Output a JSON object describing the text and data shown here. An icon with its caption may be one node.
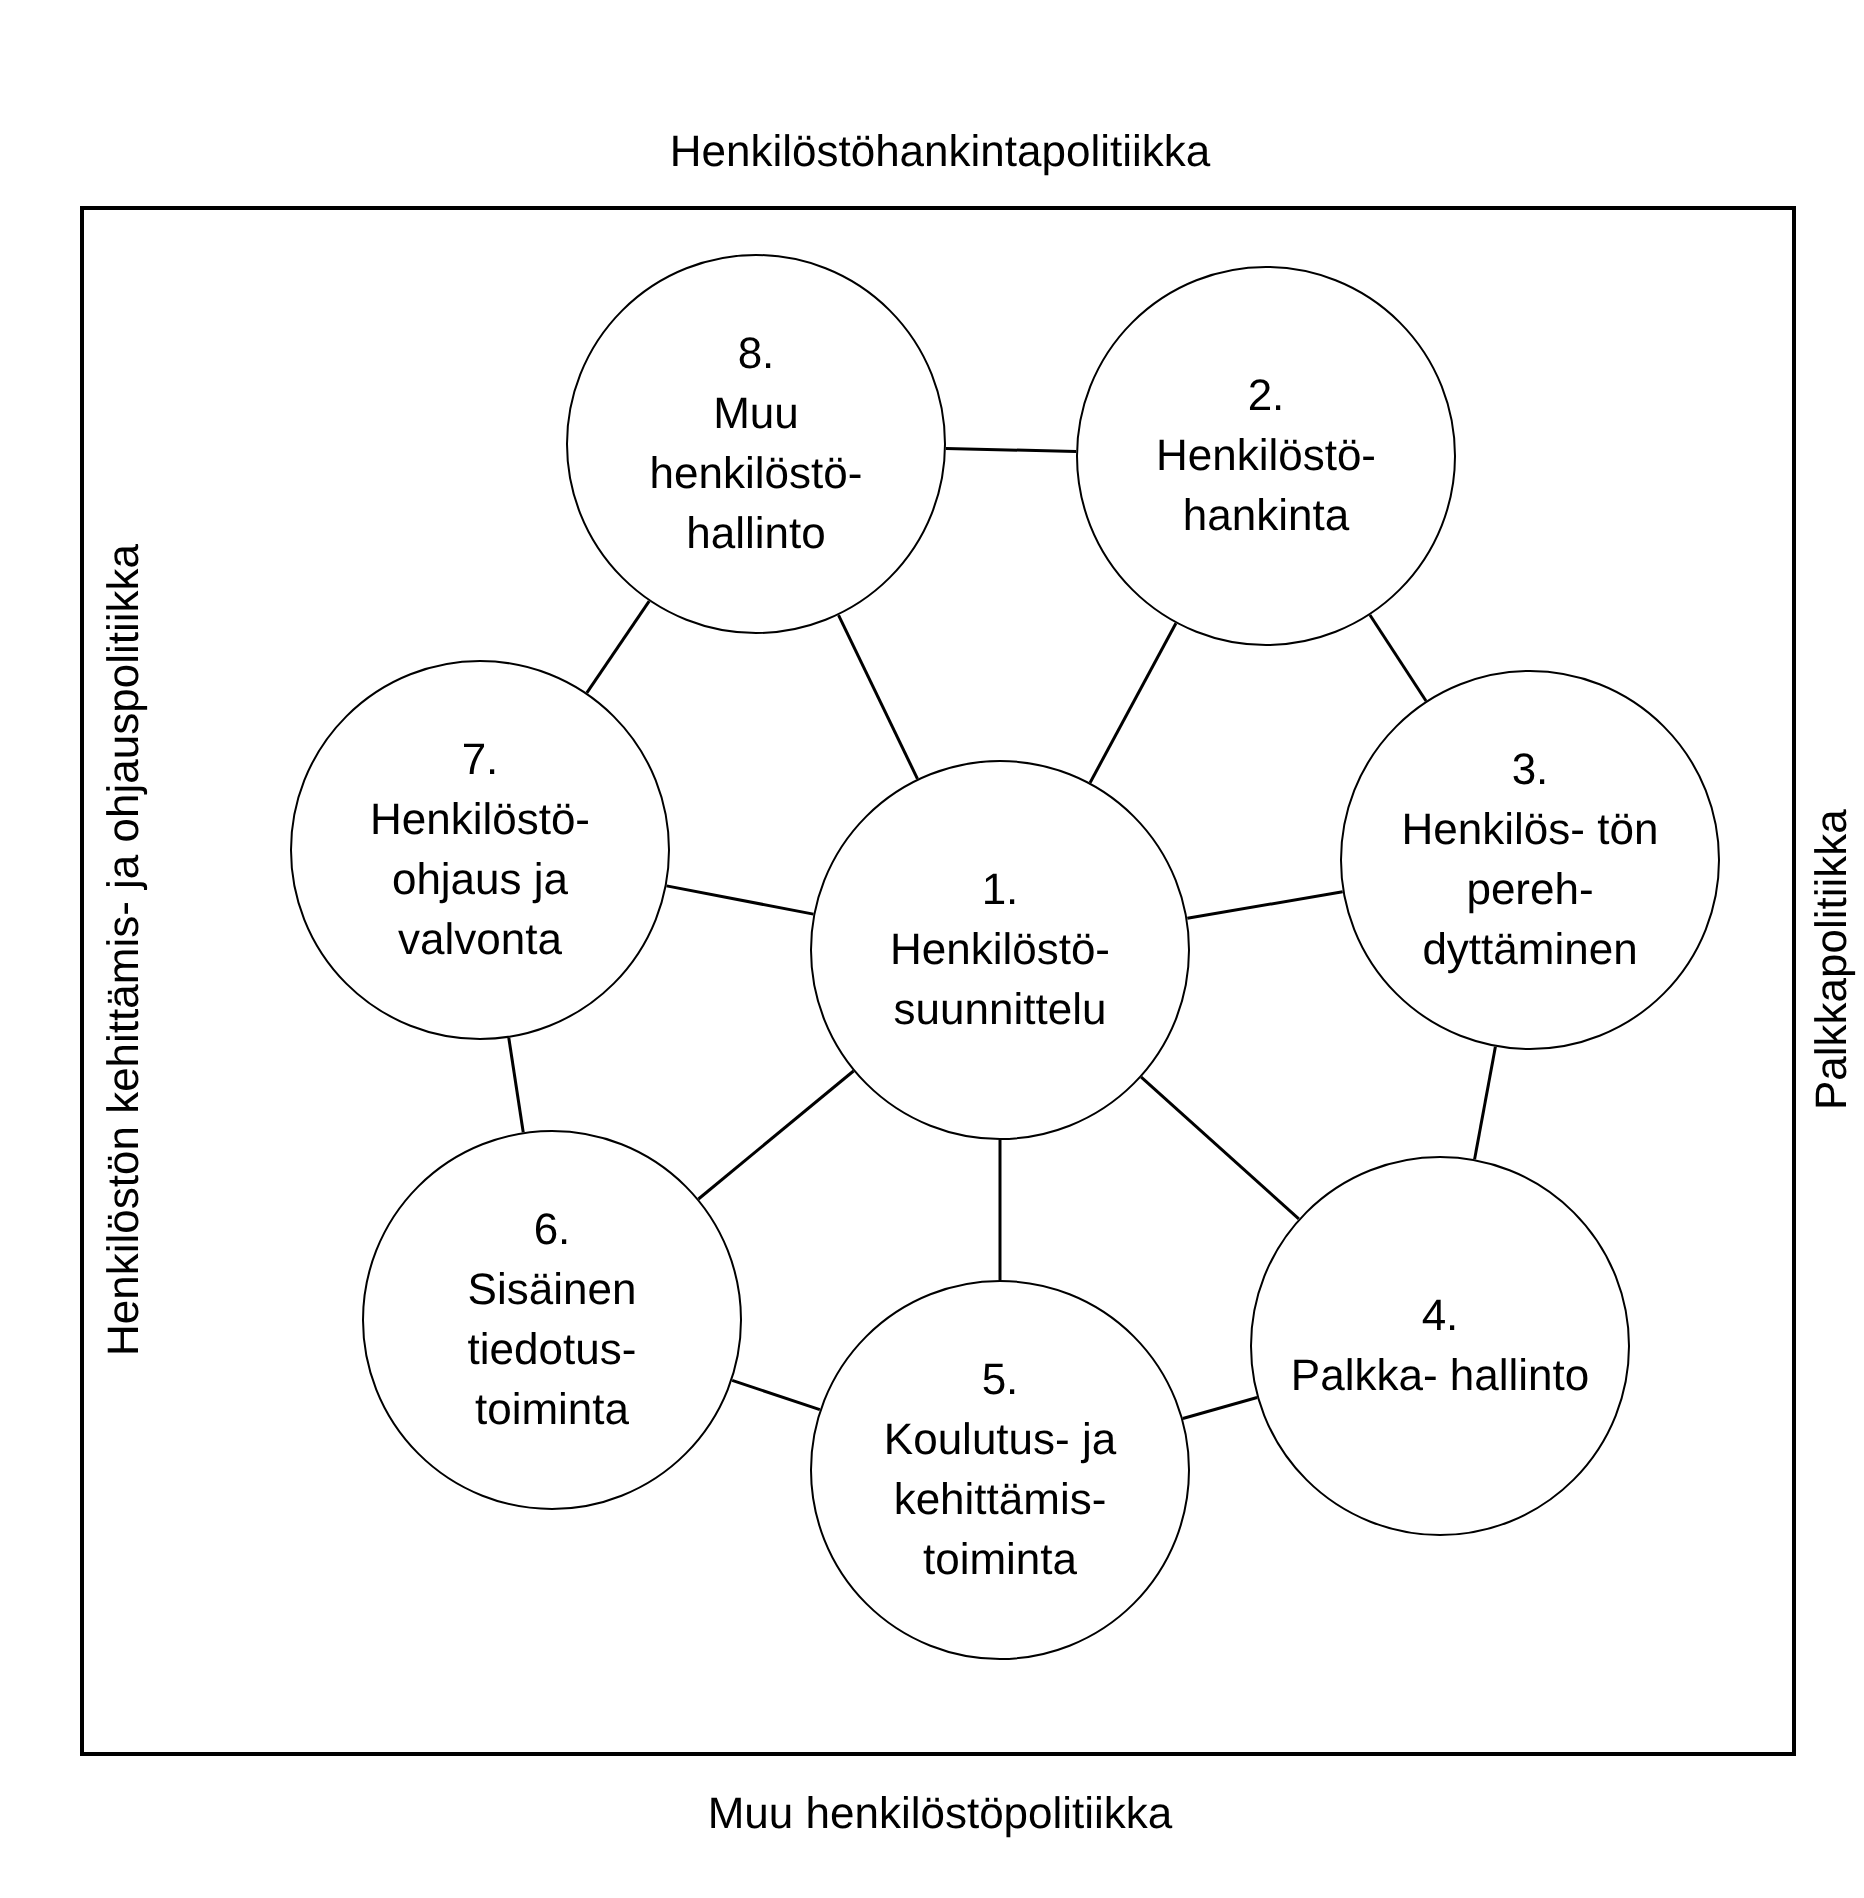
{
  "diagram": {
    "nodes": [
      {
        "text": [
          "Henkilöstöhankintapolitiikka",
          "Henkilöstön kehittämis- ja ohjauspolitiikka",
          "Palkkapolitiikka",
          "Muu henkilöstöpolitiikka"
        ]
      },
      {
        "text": [
          "8.",
          "Muu henkilöstö- hallinto"
        ],
        "in": 0
      },
      {
        "text": [
          "2.",
          "Henkilöstö- hankinta"
        ],
        "in": 0
      },
      {
        "text": [
          "7.",
          "Henkilöstö- ohjaus ja valvonta"
        ],
        "in": 0
      },
      {
        "text": [
          "3.",
          "Henkilös- tön pereh- dyttäminen"
        ],
        "in": 0
      },
      {
        "text": [
          "1.",
          "Henkilöstö- suunnittelu"
        ],
        "in": 0
      },
      {
        "text": [
          "6.",
          "Sisäinen tiedotus- toiminta"
        ],
        "in": 0
      },
      {
        "text": [
          "4.",
          "Palkka- hallinto"
        ],
        "in": 0
      },
      {
        "text": [
          "5.",
          "Koulutus- ja kehittämis- toiminta"
        ],
        "in": 0
      }
    ],
    "edges": [
      {
        "from": 1,
        "to": 2,
        "arrow": "none"
      },
      {
        "from": 2,
        "to": 4,
        "arrow": "none"
      },
      {
        "from": 4,
        "to": 7,
        "arrow": "none"
      },
      {
        "from": 7,
        "to": 8,
        "arrow": "none"
      },
      {
        "from": 8,
        "to": 6,
        "arrow": "none"
      },
      {
        "from": 6,
        "to": 3,
        "arrow": "none"
      },
      {
        "from": 3,
        "to": 1,
        "arrow": "none"
      },
      {
        "from": 5,
        "to": 1,
        "arrow": "none"
      },
      {
        "from": 5,
        "to": 2,
        "arrow": "none"
      },
      {
        "from": 5,
        "to": 3,
        "arrow": "none"
      },
      {
        "from": 5,
        "to": 4,
        "arrow": "none"
      },
      {
        "from": 5,
        "to": 6,
        "arrow": "none"
      },
      {
        "from": 5,
        "to": 7,
        "arrow": "none"
      },
      {
        "from": 5,
        "to": 8,
        "arrow": "none"
      }
    ]
  }
}
